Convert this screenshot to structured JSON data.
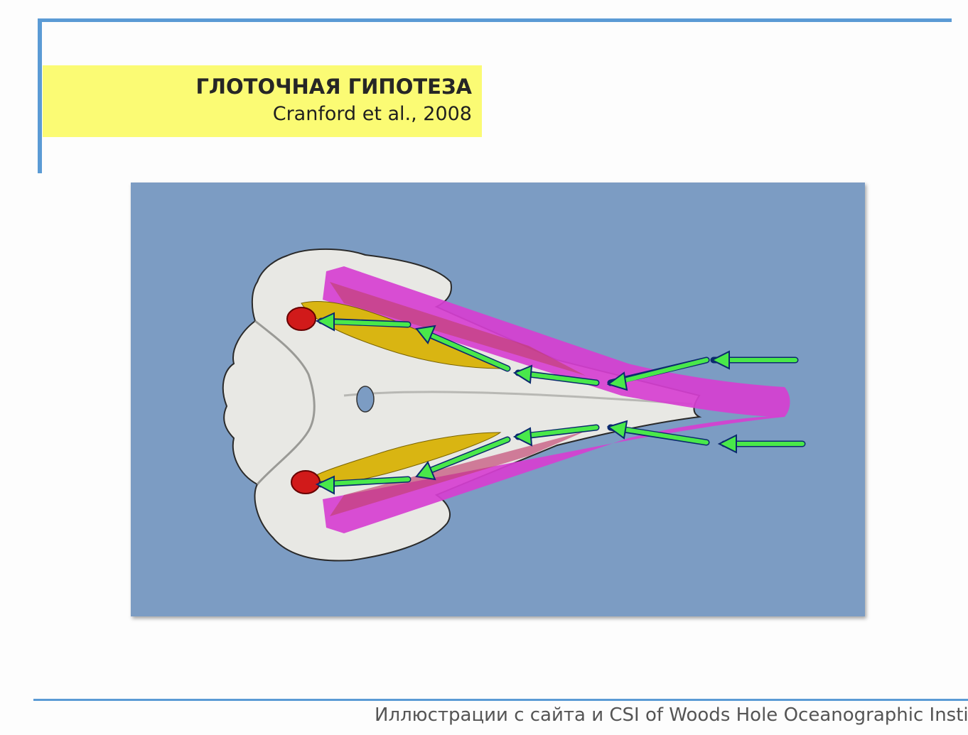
{
  "slide": {
    "title": "ГЛОТОЧНАЯ ГИПОТЕЗА",
    "subtitle": "Cranford et al., 2008",
    "caption": "Иллюстрации с сайта и CSI of Woods Hole Oceanographic Institution",
    "accent_color": "#5b9bd5",
    "title_box_color": "#fbfb74",
    "figure_background": "#7c9cc3"
  },
  "figure": {
    "description_icon": "skull-illustration",
    "colors": {
      "bone": "#e8e8e4",
      "jaw_muscle": "#d63fd1",
      "fat_body": "#d9b512",
      "ear_bone": "#d11a1a",
      "arrow": "#49e84a"
    }
  }
}
